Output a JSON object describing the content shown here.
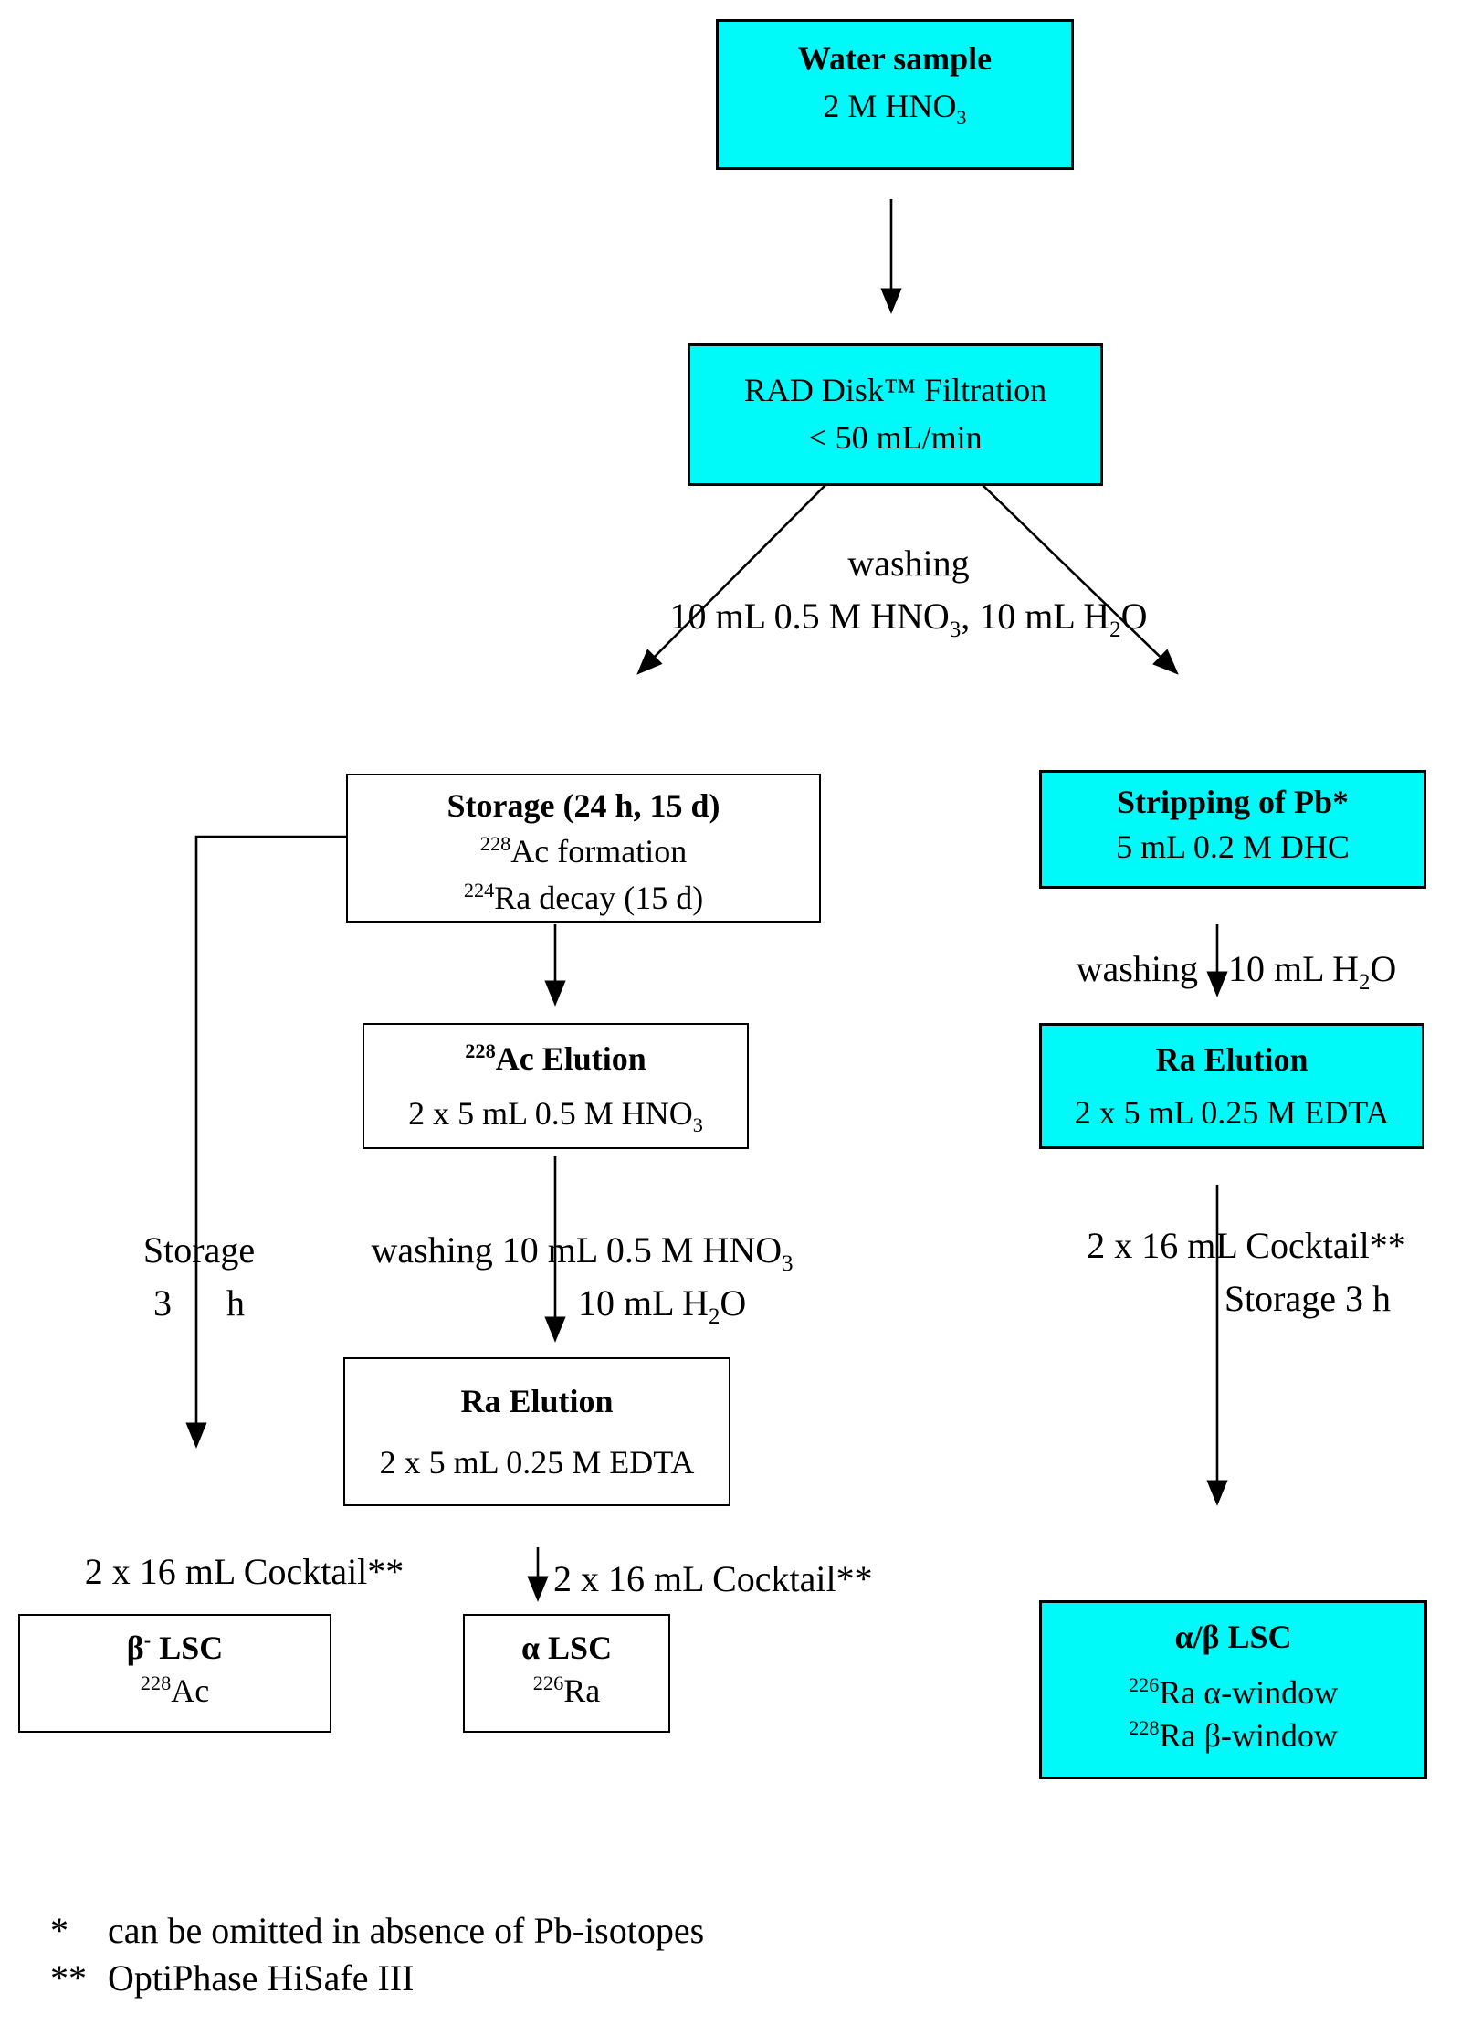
{
  "colors": {
    "node_fill_cyan": "#00FAFA",
    "node_fill_white": "#FFFFFF",
    "line": "#000000"
  },
  "boxes": {
    "water_sample": {
      "title": "Water sample",
      "subtitle_parts": [
        {
          "t": "2 M HNO"
        },
        {
          "sub": "3"
        }
      ]
    },
    "rad_disk": {
      "title": "RAD Disk™ Filtration",
      "subtitle": "< 50 mL/min"
    },
    "storage": {
      "title": "Storage (24 h, 15 d)",
      "line2_parts": [
        {
          "sup": "228"
        },
        {
          "t": "Ac formation"
        }
      ],
      "line3_parts": [
        {
          "sup": "224"
        },
        {
          "t": "Ra decay (15 d)"
        }
      ]
    },
    "ac_elution": {
      "title_parts": [
        {
          "sup": "228"
        },
        {
          "t": "Ac Elution"
        }
      ],
      "subtitle_parts": [
        {
          "t": "2 x 5 mL 0.5 M HNO"
        },
        {
          "sub": "3"
        }
      ]
    },
    "ra_elution_left": {
      "title": "Ra Elution",
      "subtitle": "2 x 5 mL 0.25 M EDTA"
    },
    "beta_lsc": {
      "title_parts": [
        {
          "t": "β"
        },
        {
          "sup": "-"
        },
        {
          "t": " LSC"
        }
      ],
      "subtitle_parts": [
        {
          "sup": "228"
        },
        {
          "t": "Ac"
        }
      ]
    },
    "alpha_lsc": {
      "title": "α LSC",
      "subtitle_parts": [
        {
          "sup": "226"
        },
        {
          "t": "Ra"
        }
      ]
    },
    "stripping": {
      "title": "Stripping of Pb*",
      "subtitle": "5 mL 0.2 M DHC"
    },
    "ra_elution_right": {
      "title": "Ra Elution",
      "subtitle": "2 x 5 mL 0.25 M EDTA"
    },
    "ab_lsc": {
      "title": "α/β LSC",
      "line2_parts": [
        {
          "sup": "226"
        },
        {
          "t": "Ra α-window"
        }
      ],
      "line3_parts": [
        {
          "sup": "228"
        },
        {
          "t": "Ra β-window"
        }
      ]
    }
  },
  "labels": {
    "washing_top_line1": "washing",
    "washing_top_line2_parts": [
      {
        "t": "10 mL 0.5 M HNO"
      },
      {
        "sub": "3"
      },
      {
        "t": ", 10 mL H"
      },
      {
        "sub": "2"
      },
      {
        "t": "O"
      }
    ],
    "storage_left_line1": "Storage",
    "storage_left_line2": "3      h",
    "washing_mid_line1_parts": [
      {
        "t": "washing 10 mL 0.5 M HNO"
      },
      {
        "sub": "3"
      }
    ],
    "washing_mid_line2_parts": [
      {
        "t": "10 mL H"
      },
      {
        "sub": "2"
      },
      {
        "t": "O"
      }
    ],
    "washing_right_pre": "washing",
    "washing_right_post_parts": [
      {
        "t": "10 mL H"
      },
      {
        "sub": "2"
      },
      {
        "t": "O"
      }
    ],
    "cocktail_left": "2 x 16 mL  Cocktail**",
    "cocktail_mid": "2 x 16 mL Cocktail**",
    "cocktail_right": "2 x 16 mL Cocktail**",
    "storage_right": "Storage 3 h"
  },
  "footnotes": {
    "line1_marker": "*",
    "line1_text": "can be omitted in absence of Pb-isotopes",
    "line2_marker": "**",
    "line2_text": "OptiPhase HiSafe III"
  }
}
